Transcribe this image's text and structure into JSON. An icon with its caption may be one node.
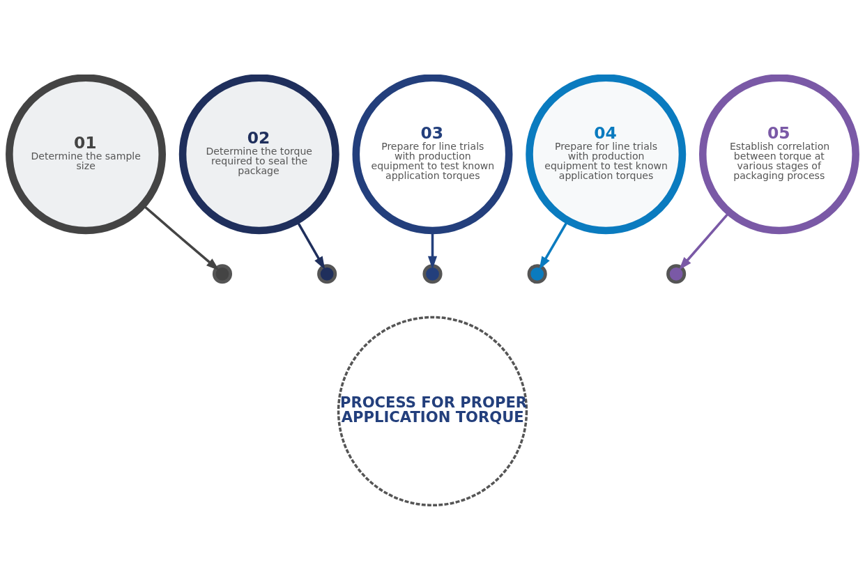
{
  "diagram": {
    "nodes": [
      {
        "text": [
          "PROCESS FOR PROPER APPLICATION TORQUE"
        ]
      },
      {
        "text": [
          "01",
          "Determine the sample size"
        ]
      },
      {
        "text": [
          "02",
          "Determine the torque required to seal the package"
        ]
      },
      {
        "text": [
          "03",
          "Prepare for line trials with production equipment to test known application torques"
        ]
      },
      {
        "text": [
          "04",
          "Prepare for line trials with production equipment to test known application torques"
        ]
      },
      {
        "text": [
          "05",
          "Establish correlation between torque at various stages of packaging process"
        ]
      },
      {
        "text": [],
        "shape": "circle"
      },
      {
        "text": [],
        "shape": "circle"
      },
      {
        "text": [],
        "shape": "circle"
      },
      {
        "text": [],
        "shape": "circle"
      },
      {
        "text": [],
        "shape": "circle"
      }
    ],
    "edges": [
      {
        "from": 1,
        "to": 6,
        "arrow": "to",
        "color": "#444444"
      },
      {
        "from": 2,
        "to": 7,
        "arrow": "to",
        "color": "#1f2f5c"
      },
      {
        "from": 3,
        "to": 8,
        "arrow": "to",
        "color": "#233f7c"
      },
      {
        "from": 4,
        "to": 9,
        "arrow": "to",
        "color": "#0a7bbf"
      },
      {
        "from": 5,
        "to": 10,
        "arrow": "to",
        "color": "#7a59a6"
      }
    ]
  }
}
